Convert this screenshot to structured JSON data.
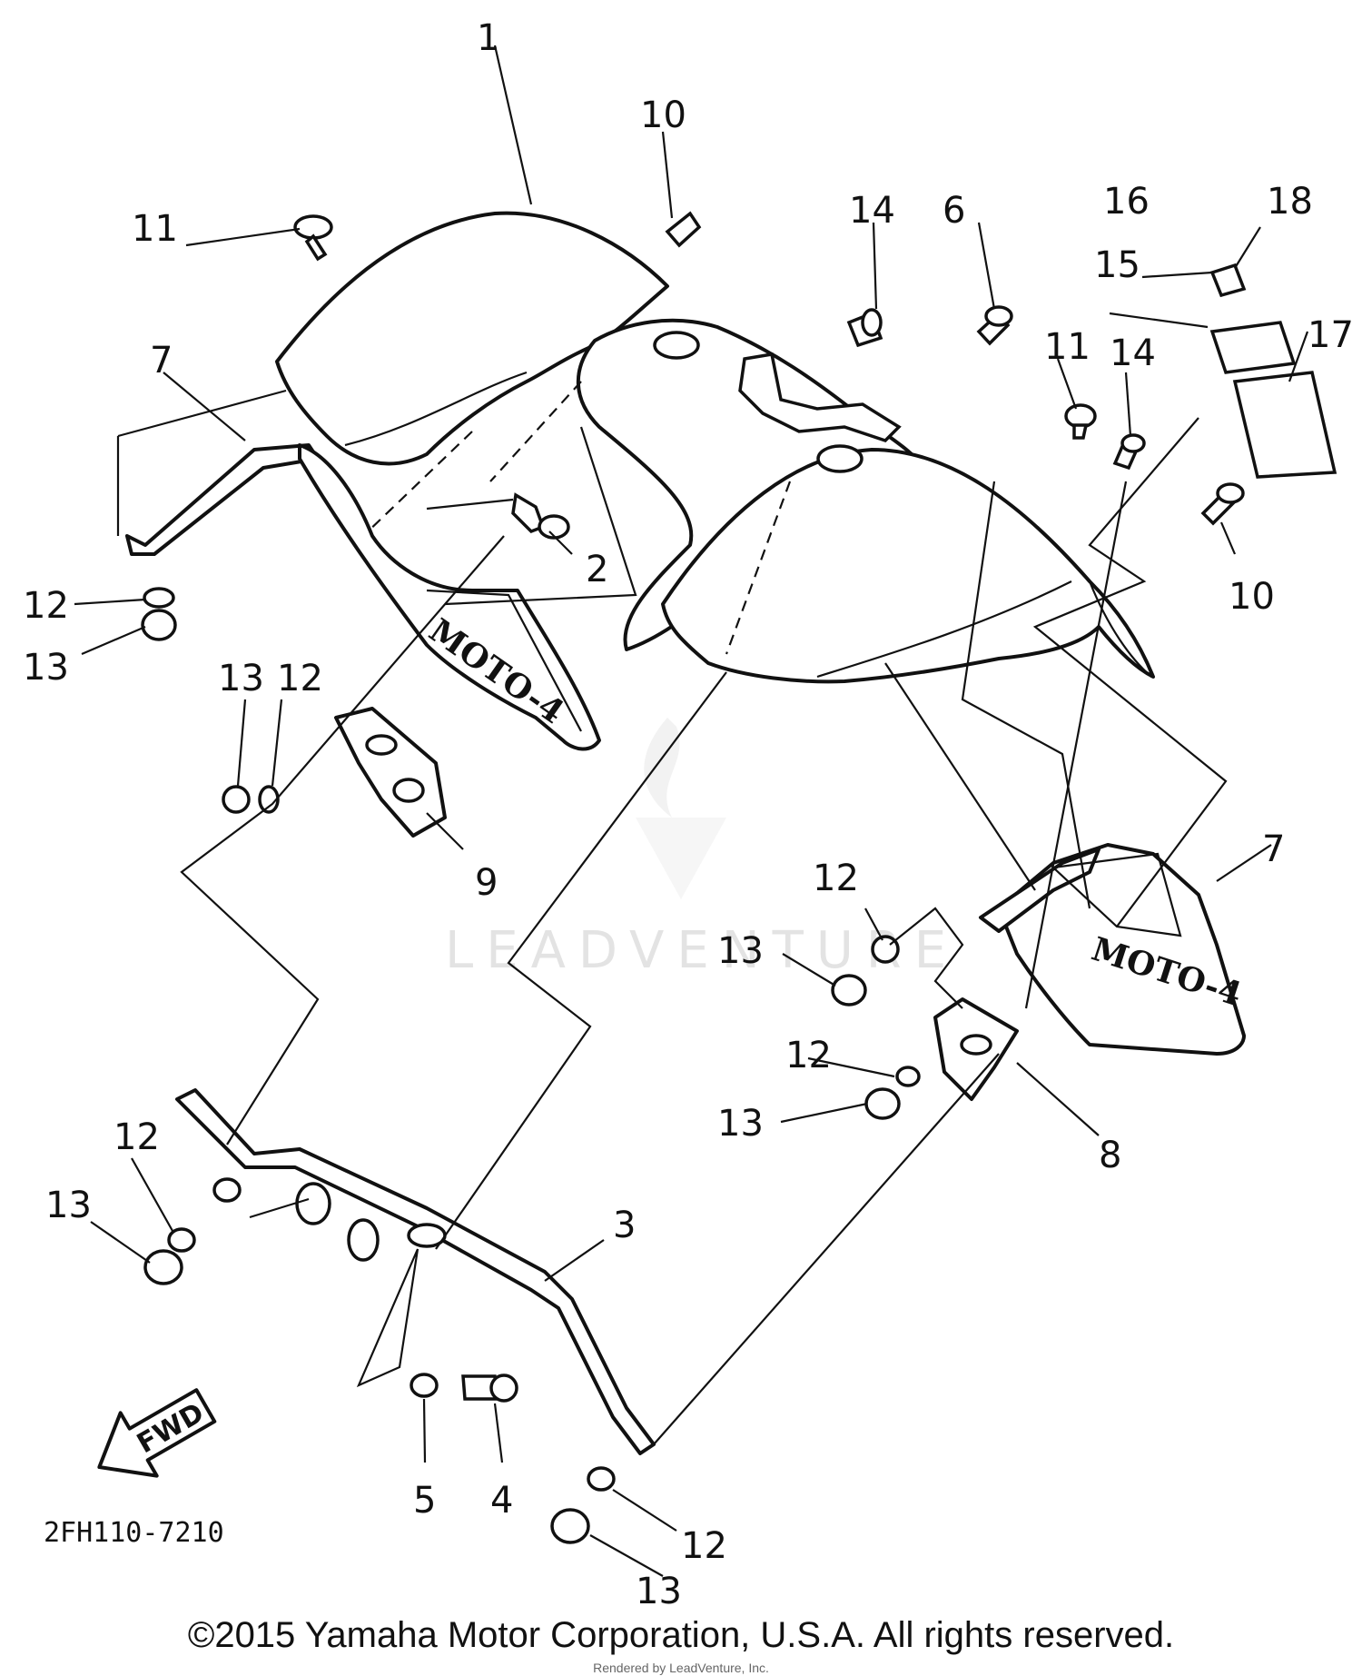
{
  "diagram": {
    "callouts": [
      "1",
      "2",
      "3",
      "4",
      "5",
      "6",
      "7",
      "7",
      "8",
      "9",
      "10",
      "10",
      "11",
      "11",
      "12",
      "12",
      "12",
      "12",
      "12",
      "12",
      "13",
      "13",
      "13",
      "13",
      "13",
      "13",
      "14",
      "14",
      "15",
      "16",
      "17",
      "18"
    ],
    "drawing_code": "2FH110-7210",
    "fwd_label": "FWD",
    "stamp_text": "MOTO-4",
    "watermark": "LEADVENTURE"
  },
  "footer": {
    "copyright": "©2015 Yamaha Motor Corporation, U.S.A. All rights reserved.",
    "rendered_by": "Rendered by LeadVenture, Inc."
  }
}
